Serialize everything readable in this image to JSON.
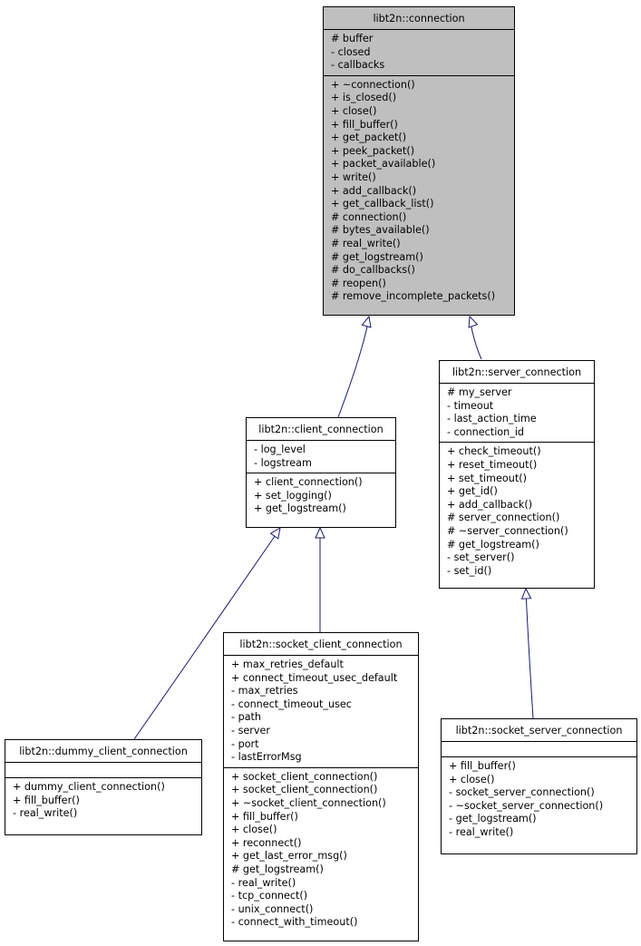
{
  "diagram": {
    "classes": {
      "connection": {
        "name": "libt2n::connection",
        "attributes": [
          "# buffer",
          "- closed",
          "- callbacks"
        ],
        "methods": [
          "+ ~connection()",
          "+ is_closed()",
          "+ close()",
          "+ fill_buffer()",
          "+ get_packet()",
          "+ peek_packet()",
          "+ packet_available()",
          "+ write()",
          "+ add_callback()",
          "+ get_callback_list()",
          "# connection()",
          "# bytes_available()",
          "# real_write()",
          "# get_logstream()",
          "# do_callbacks()",
          "# reopen()",
          "# remove_incomplete_packets()"
        ]
      },
      "server_connection": {
        "name": "libt2n::server_connection",
        "attributes": [
          "# my_server",
          "- timeout",
          "- last_action_time",
          "- connection_id"
        ],
        "methods": [
          "+ check_timeout()",
          "+ reset_timeout()",
          "+ set_timeout()",
          "+ get_id()",
          "+ add_callback()",
          "# server_connection()",
          "# ~server_connection()",
          "# get_logstream()",
          "- set_server()",
          "- set_id()"
        ]
      },
      "client_connection": {
        "name": "libt2n::client_connection",
        "attributes": [
          "- log_level",
          "- logstream"
        ],
        "methods": [
          "+ client_connection()",
          "+ set_logging()",
          "+ get_logstream()"
        ]
      },
      "socket_client_connection": {
        "name": "libt2n::socket_client_connection",
        "attributes": [
          "+ max_retries_default",
          "+ connect_timeout_usec_default",
          "- max_retries",
          "- connect_timeout_usec",
          "- path",
          "- server",
          "- port",
          "- lastErrorMsg"
        ],
        "methods": [
          "+ socket_client_connection()",
          "+ socket_client_connection()",
          "+ ~socket_client_connection()",
          "+ fill_buffer()",
          "+ close()",
          "+ reconnect()",
          "+ get_last_error_msg()",
          "# get_logstream()",
          "- real_write()",
          "- tcp_connect()",
          "- unix_connect()",
          "- connect_with_timeout()"
        ]
      },
      "dummy_client_connection": {
        "name": "libt2n::dummy_client_connection",
        "attributes": [],
        "methods": [
          "+ dummy_client_connection()",
          "+ fill_buffer()",
          "- real_write()"
        ]
      },
      "socket_server_connection": {
        "name": "libt2n::socket_server_connection",
        "attributes": [],
        "methods": [
          "+ fill_buffer()",
          "+ close()",
          "- socket_server_connection()",
          "- ~socket_server_connection()",
          "- get_logstream()",
          "- real_write()"
        ]
      }
    },
    "edges": [
      {
        "from": "client_connection",
        "to": "connection",
        "type": "inheritance"
      },
      {
        "from": "server_connection",
        "to": "connection",
        "type": "inheritance"
      },
      {
        "from": "dummy_client_connection",
        "to": "client_connection",
        "type": "inheritance"
      },
      {
        "from": "socket_client_connection",
        "to": "client_connection",
        "type": "inheritance"
      },
      {
        "from": "socket_server_connection",
        "to": "server_connection",
        "type": "inheritance"
      }
    ],
    "colors": {
      "highlight_fill": "#bfbfbf",
      "edge": "#191970",
      "border": "#000000"
    }
  }
}
